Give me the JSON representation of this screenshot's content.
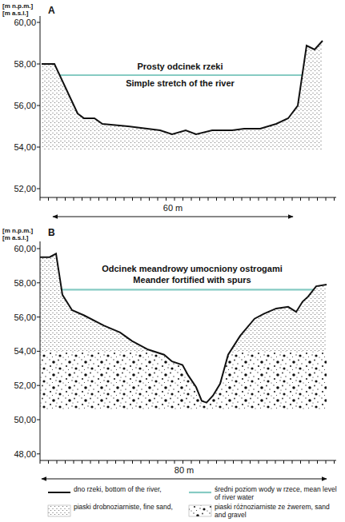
{
  "diagram": {
    "labels": [
      "[m n.p.m.]",
      "[m a.s.l.]",
      "A",
      "60,00",
      "58,00",
      "56,00",
      "54,00",
      "52,00",
      "Prosty odcinek rzeki",
      "Simple stretch of the river",
      "60 m",
      "[m n.p.m.]",
      "[m a.s.l.]",
      "B",
      "60,00",
      "58,00",
      "56,00",
      "54,00",
      "52,00",
      "50,00",
      "48,00",
      "Odcinek meandrowy umocniony ostrogami",
      "Meander fortified with spurs",
      "80 m"
    ],
    "legend": [
      {
        "text": "dno rzeki, bottom of the river,"
      },
      {
        "text": "średni poziom wody w rzece, mean level of river water"
      },
      {
        "text": "piaski drobnoziarniste, fine sand,"
      },
      {
        "text": "piaski różnoziarniste ze żwerem, sand and gravel"
      }
    ]
  }
}
